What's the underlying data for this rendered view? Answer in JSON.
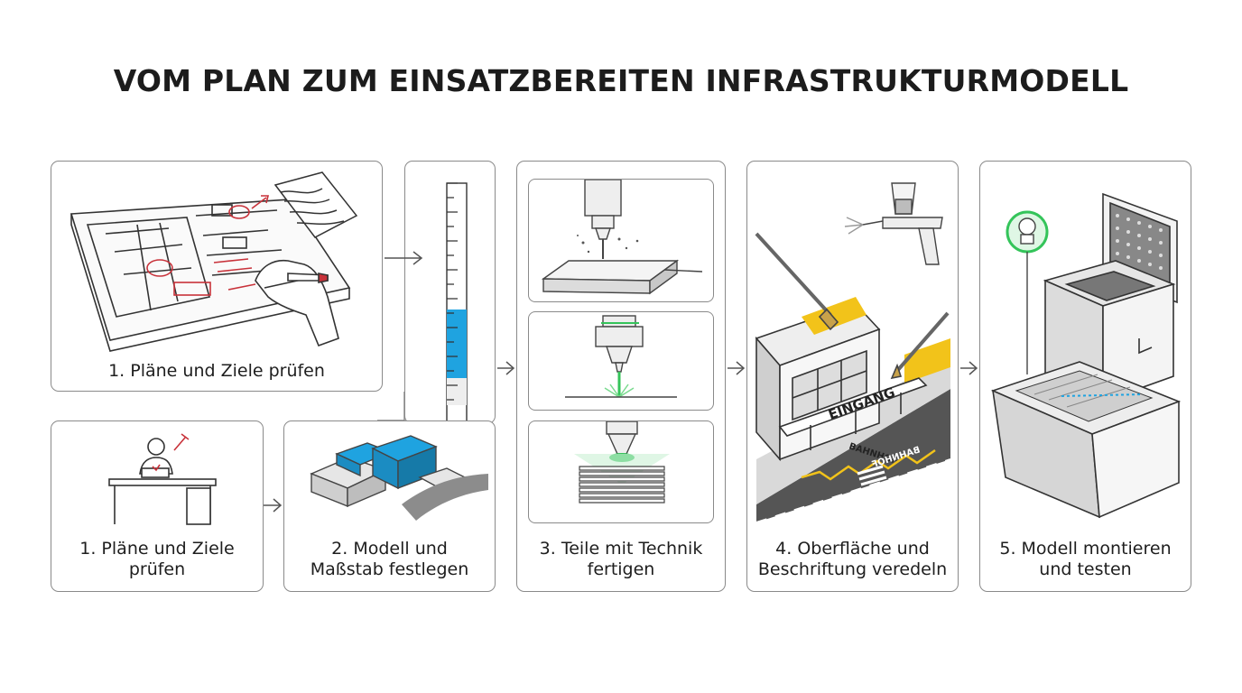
{
  "title": "VOM PLAN ZUM EINSATZBEREITEN INFRASTRUKTURMODELL",
  "steps": [
    {
      "label": "1. Pläne und Ziele prüfen"
    },
    {
      "label": "1. Pläne und Ziele\nprüfen"
    },
    {
      "label": "2. Modell und\nMaßstab festlegen"
    },
    {
      "label": "3. Teile mit Technik\nfertigen"
    },
    {
      "label": "4. Oberfläche und\nBeschriftung veredeln"
    },
    {
      "label": "5. Modell montieren\nund testen"
    }
  ],
  "signs": {
    "entrance": "EINGANG",
    "station": "BAHNHOF",
    "station_mirrored": "BAHNHOF"
  },
  "colors": {
    "accent_red": "#c8323a",
    "accent_blue": "#1fa3e0",
    "accent_green": "#34c45a",
    "accent_yellow": "#f2c31a",
    "line": "#444444"
  }
}
